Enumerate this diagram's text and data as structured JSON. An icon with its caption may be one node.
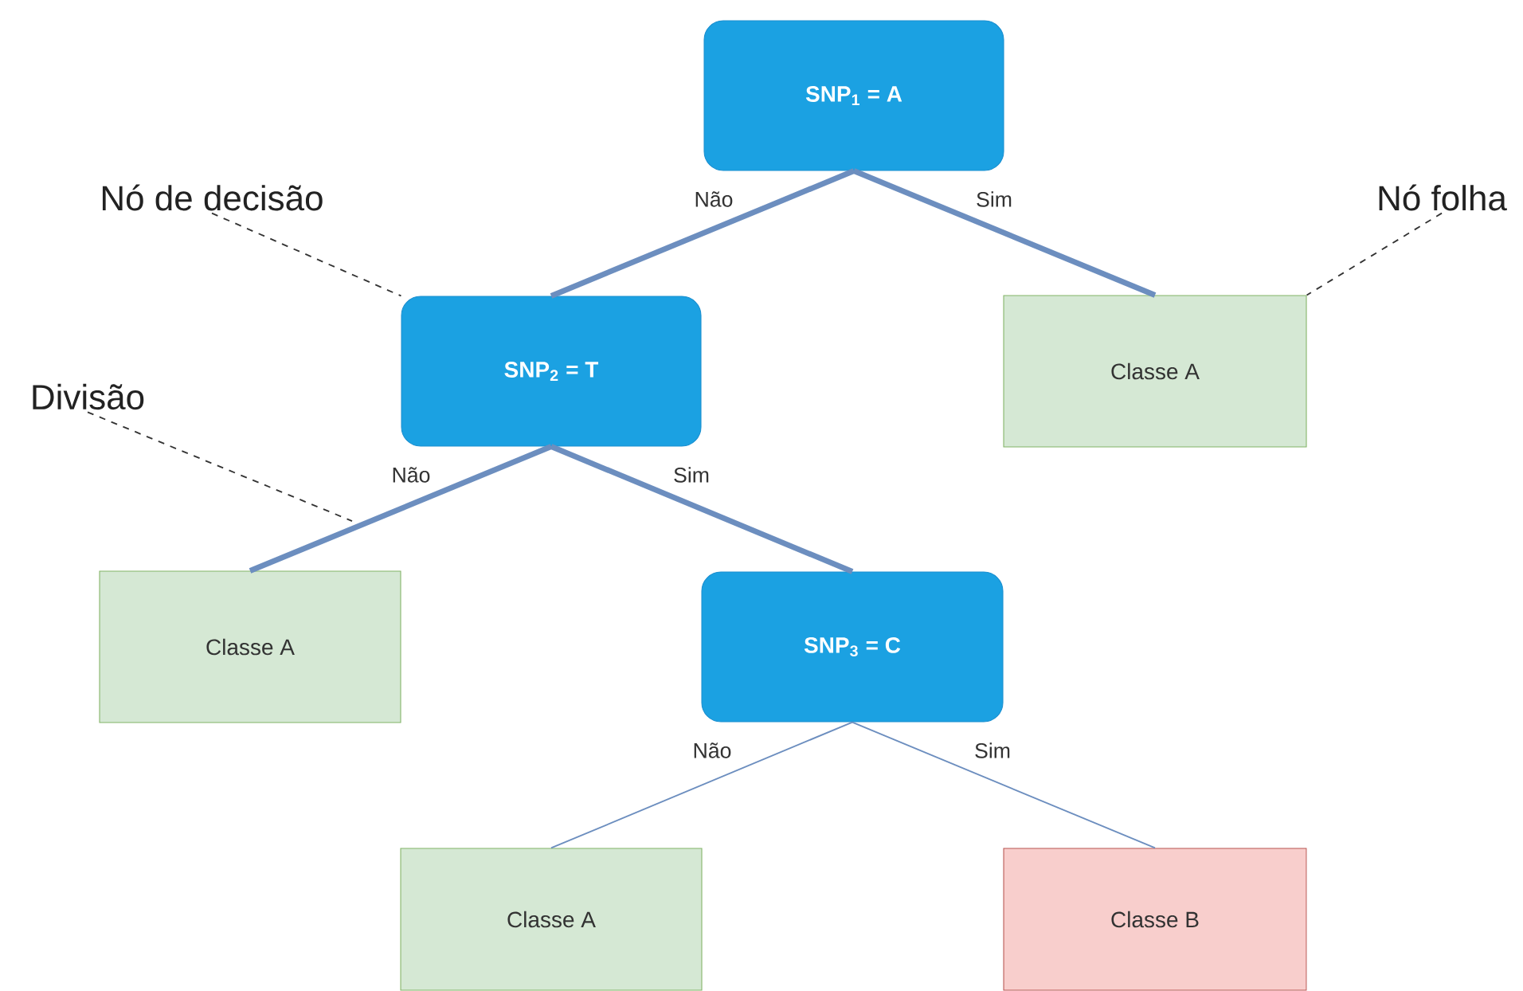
{
  "diagram": {
    "nodes": [
      {
        "text": [
          "SNP$_{1}$ = A"
        ]
      },
      {
        "text": [
          "SNP$_{2}$ = T"
        ]
      },
      {
        "text": [
          "Classe A"
        ]
      },
      {
        "text": [
          "Classe A"
        ]
      },
      {
        "text": [
          "SNP$_{3}$ = C"
        ]
      },
      {
        "text": [
          "Classe A"
        ]
      },
      {
        "text": [
          "Classe B"
        ]
      },
      {
        "text": [
          "Nó de decisão"
        ]
      },
      {
        "text": [
          "Divisão"
        ]
      },
      {
        "text": [
          "Nó folha"
        ]
      }
    ],
    "edges": [
      {
        "from": 0,
        "to": 1,
        "arrow": "none",
        "label": "Não",
        "style": "thick"
      },
      {
        "from": 0,
        "to": 2,
        "arrow": "none",
        "label": "Sim",
        "style": "thick"
      },
      {
        "from": 1,
        "to": 3,
        "arrow": "none",
        "label": "Não",
        "style": "thick"
      },
      {
        "from": 1,
        "to": 4,
        "arrow": "none",
        "label": "Sim",
        "style": "thick"
      },
      {
        "from": 4,
        "to": 5,
        "arrow": "none",
        "label": "Não"
      },
      {
        "from": 4,
        "to": 6,
        "arrow": "none",
        "label": "Sim"
      },
      {
        "from": 7,
        "to": 1,
        "arrow": "none",
        "style": "dashed",
        "color": "#333333"
      },
      {
        "from": 8,
        "to": null,
        "arrow": "none",
        "style": "dashed",
        "color": "#333333"
      },
      {
        "from": 9,
        "to": 2,
        "arrow": "none",
        "style": "dashed",
        "color": "#333333"
      }
    ]
  }
}
